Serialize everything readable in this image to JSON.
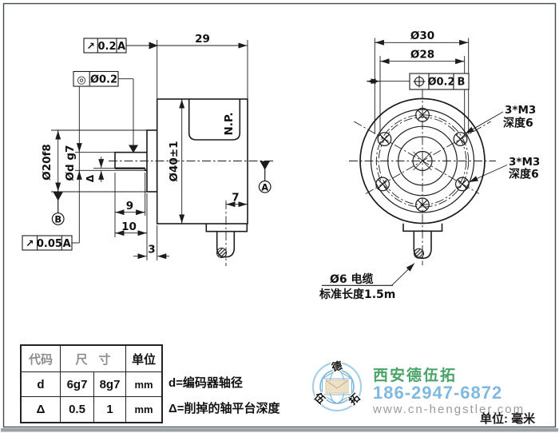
{
  "side_view": {
    "dim_width": "29",
    "dim_body_dia": "Ø40±1",
    "dim_flange_dia": "Ø20f8",
    "dim_shaft_dia": "Ød g7",
    "delta_symbol": "Δ",
    "dim_flat_len": "9",
    "dim_shaft_len": "10",
    "dim_flange_len": "3",
    "dim_cable_offset": "7",
    "np_label": "N.P.",
    "datum_a": "A",
    "datum_b": "B",
    "fcf_top": {
      "symbol": "↗",
      "tol": "0.2",
      "datum": "A"
    },
    "fcf_conc": {
      "symbol": "◎",
      "tol": "Ø0.2"
    },
    "fcf_bottom": {
      "symbol": "↗",
      "tol": "0.05",
      "datum": "A"
    }
  },
  "front_view": {
    "dim_bc1": "Ø30",
    "dim_bc2": "Ø28",
    "fcf_pos": {
      "tol": "Ø0.2",
      "datum": "B"
    },
    "m3_top": {
      "line1": "3*M3",
      "line2": "深度6"
    },
    "m3_bottom": {
      "line1": "3*M3",
      "line2": "深度6"
    },
    "cable": {
      "line1": "Ø6 电缆",
      "line2": "标准长度1.5m"
    }
  },
  "table": {
    "h_code": "代码",
    "h_size": "尺寸",
    "h_unit": "单位",
    "rows": [
      {
        "code": "d",
        "s1": "6g7",
        "s2": "8g7",
        "unit": "mm",
        "note": "d=编码器轴径"
      },
      {
        "code": "Δ",
        "s1": "0.5",
        "s2": "1",
        "unit": "mm",
        "note": "Δ=削掉的轴平台深度"
      }
    ]
  },
  "watermark": {
    "company": "西安德伍拓",
    "phone": "186-2947-6872",
    "website": "www.cn-hengstler.com",
    "logo": {
      "top": "德",
      "left": "伍",
      "right": "拓"
    }
  },
  "footer": {
    "unit": "单位: 毫米"
  },
  "colors": {
    "line": "#1c1c1c",
    "green": "#4aa368",
    "blue": "#7fb9e2",
    "gray": "#9b9b9b"
  }
}
